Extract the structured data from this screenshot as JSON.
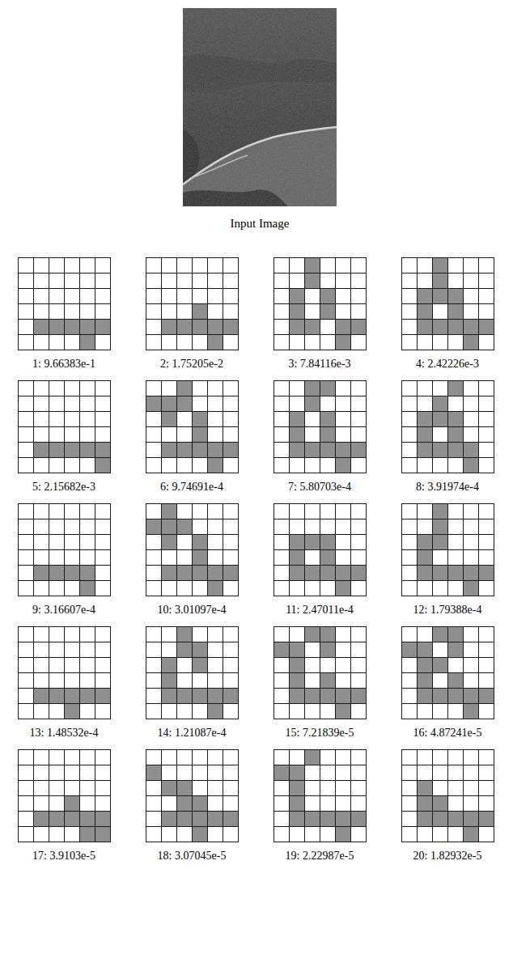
{
  "diagram": {
    "labels": [
      "Input Image",
      "1: 9.66383e-1",
      "2: 1.75205e-2",
      "3: 7.84116e-3",
      "4: 2.42226e-3",
      "5: 2.15682e-3",
      "6: 9.74691e-4",
      "7: 5.80703e-4",
      "8: 3.91974e-4",
      "9: 3.16607e-4",
      "10: 3.01097e-4",
      "11: 2.47011e-4",
      "12: 1.79388e-4",
      "13: 1.48532e-4",
      "14: 1.21087e-4",
      "15: 7.21839e-5",
      "16: 4.87241e-5",
      "17: 3.9103e-5",
      "18: 3.07045e-5",
      "19: 2.22987e-5",
      "20: 1.82932e-5"
    ]
  }
}
